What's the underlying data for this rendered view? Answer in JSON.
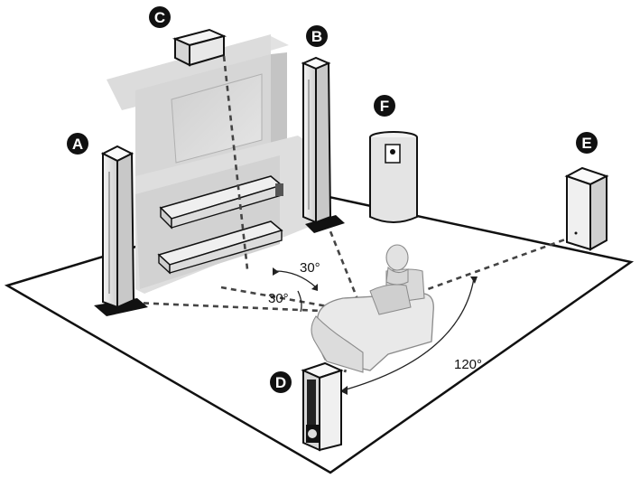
{
  "diagram": {
    "speakers": [
      {
        "id": "front-left",
        "label": "A"
      },
      {
        "id": "front-right",
        "label": "B"
      },
      {
        "id": "center",
        "label": "C"
      },
      {
        "id": "surround-left",
        "label": "D"
      },
      {
        "id": "surround-right",
        "label": "E"
      },
      {
        "id": "subwoofer",
        "label": "F"
      }
    ],
    "angles": {
      "center_to_front_right": "30°",
      "center_to_front_left": "30°",
      "front_to_surround": "120°"
    }
  }
}
